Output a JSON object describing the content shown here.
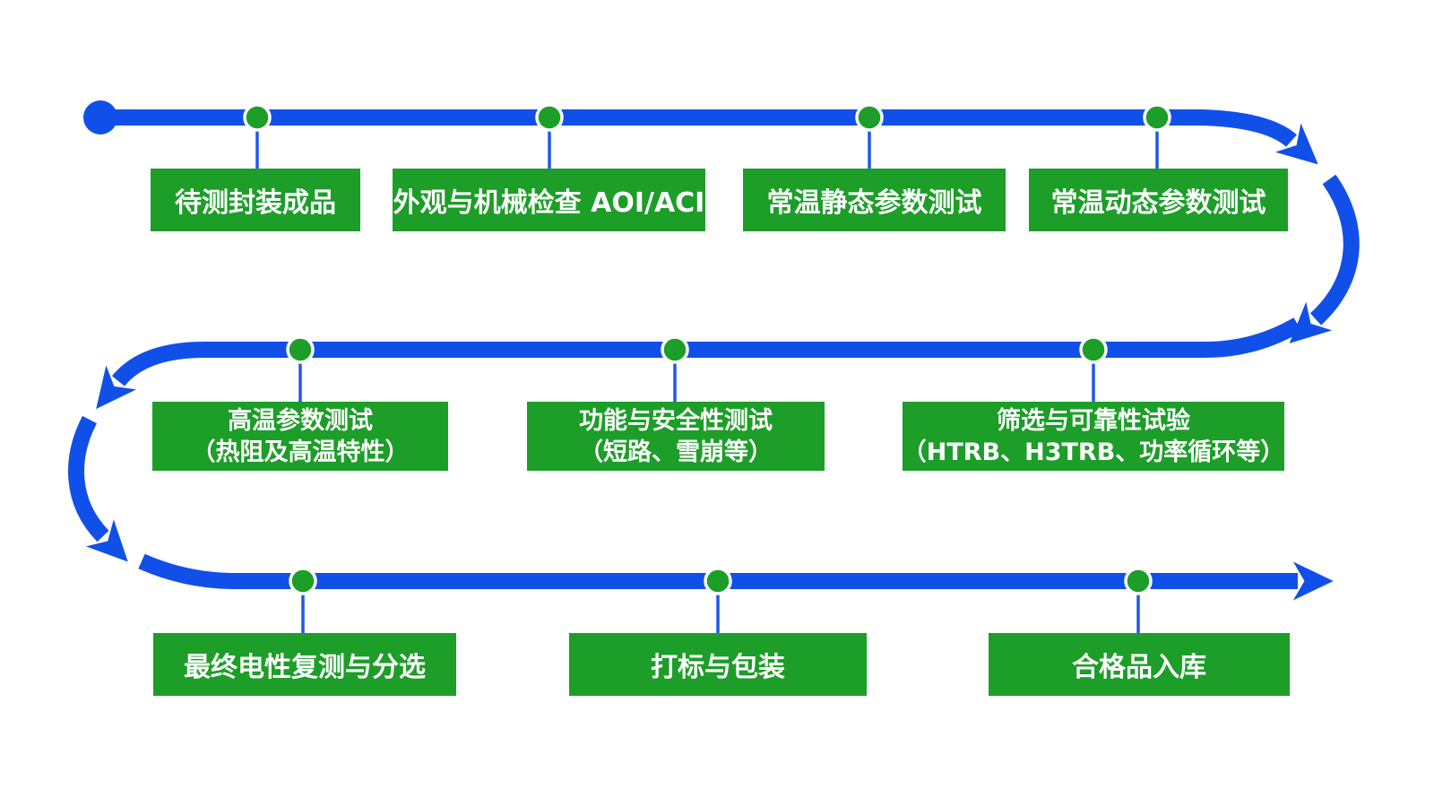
{
  "diagram": {
    "colors": {
      "flow_blue": "#1150e8",
      "step_green": "#1c9e28",
      "label_text": "#ffffff",
      "background": "#ffffff"
    },
    "steps": [
      {
        "lines": [
          "待测封装成品"
        ]
      },
      {
        "lines": [
          "外观与机械检查 AOI/ACI"
        ]
      },
      {
        "lines": [
          "常温静态参数测试"
        ]
      },
      {
        "lines": [
          "常温动态参数测试"
        ]
      },
      {
        "lines": [
          "高温参数测试",
          "（热阻及高温特性）"
        ]
      },
      {
        "lines": [
          "功能与安全性测试",
          "（短路、雪崩等）"
        ]
      },
      {
        "lines": [
          "筛选与可靠性试验",
          "（HTRB、H3TRB、功率循环等）"
        ]
      },
      {
        "lines": [
          "最终电性复测与分选"
        ]
      },
      {
        "lines": [
          "打标与包装"
        ]
      },
      {
        "lines": [
          "合格品入库"
        ]
      }
    ]
  }
}
